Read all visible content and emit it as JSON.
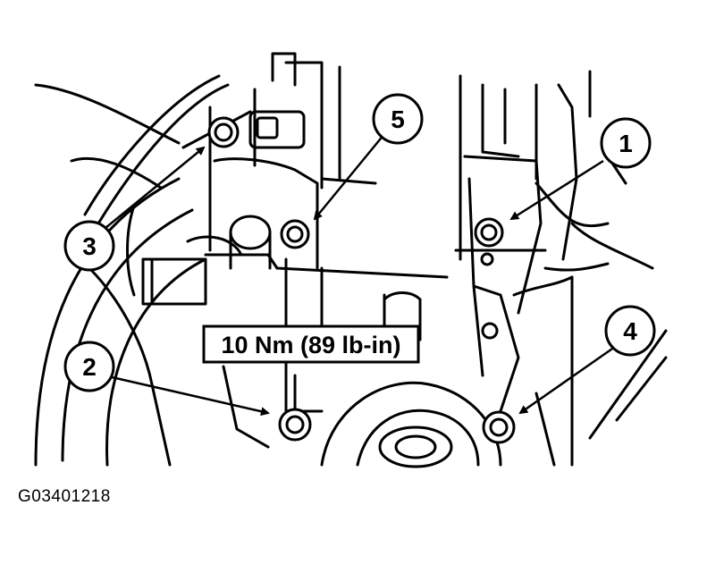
{
  "callouts": [
    {
      "id": "1",
      "label": "1"
    },
    {
      "id": "2",
      "label": "2"
    },
    {
      "id": "3",
      "label": "3"
    },
    {
      "id": "4",
      "label": "4"
    },
    {
      "id": "5",
      "label": "5"
    }
  ],
  "torque_spec": "10 Nm (89 lb-in)",
  "figure_id": "G03401218",
  "colors": {
    "ink": "#000000",
    "paper": "#ffffff"
  }
}
